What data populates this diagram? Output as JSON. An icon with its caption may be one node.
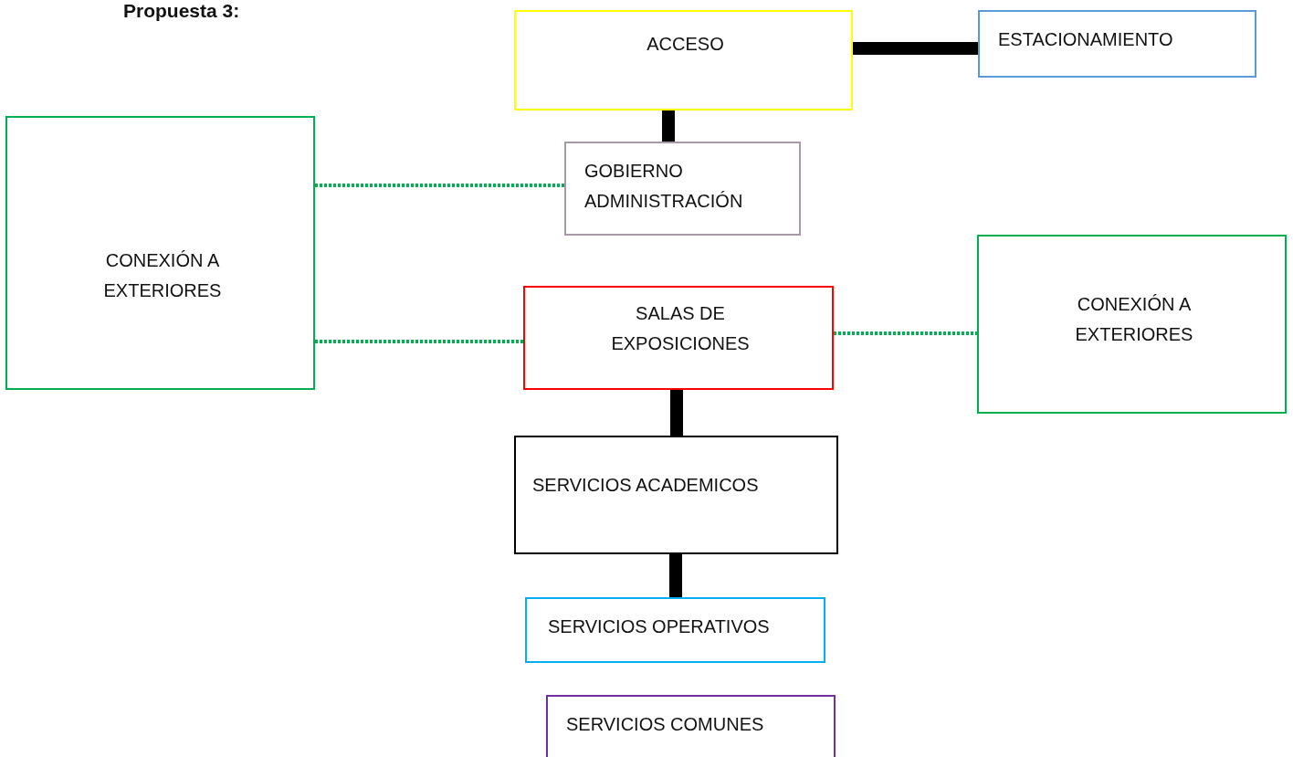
{
  "diagram": {
    "title": "Propuesta 3:",
    "nodes": [
      {
        "text": [
          "ACCESO"
        ]
      },
      {
        "text": [
          "ESTACIONAMIENTO"
        ]
      },
      {
        "text": [
          "CONEXIÓN A EXTERIORES"
        ]
      },
      {
        "text": [
          "GOBIERNO ADMINISTRACIÓN"
        ]
      },
      {
        "text": [
          "SALAS DE EXPOSICIONES"
        ]
      },
      {
        "text": [
          "CONEXIÓN A EXTERIORES"
        ]
      },
      {
        "text": [
          "SERVICIOS ACADEMICOS"
        ]
      },
      {
        "text": [
          "SERVICIOS OPERATIVOS"
        ]
      },
      {
        "text": [
          "SERVICIOS COMUNES"
        ]
      }
    ],
    "edges": [
      {
        "from": 0,
        "to": 1,
        "arrow": "none"
      },
      {
        "from": 0,
        "to": 3,
        "arrow": "none"
      },
      {
        "from": 2,
        "to": 3,
        "arrow": "none",
        "style": "dashed",
        "color": "#00b050"
      },
      {
        "from": 2,
        "to": 4,
        "arrow": "none",
        "style": "dashed",
        "color": "#00b050"
      },
      {
        "from": 4,
        "to": 5,
        "arrow": "none",
        "style": "dashed",
        "color": "#00b050"
      },
      {
        "from": 4,
        "to": 6,
        "arrow": "none"
      },
      {
        "from": 6,
        "to": 7,
        "arrow": "none"
      }
    ]
  }
}
